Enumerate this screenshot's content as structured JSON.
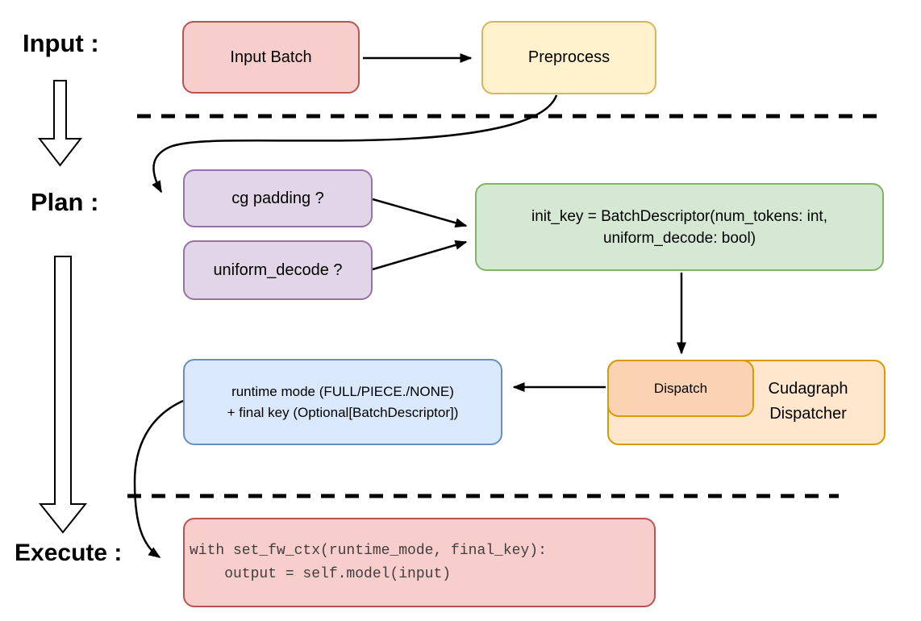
{
  "stages": [
    {
      "id": "input",
      "label": "Input :"
    },
    {
      "id": "plan",
      "label": "Plan :"
    },
    {
      "id": "execute",
      "label": "Execute :"
    }
  ],
  "nodes": {
    "input_batch": {
      "label": "Input Batch",
      "fill": "#f8cecc",
      "stroke": "#b85450"
    },
    "preprocess": {
      "label": "Preprocess",
      "fill": "#fff2cc",
      "stroke": "#d6b656"
    },
    "cg_padding": {
      "label": "cg padding ?",
      "fill": "#e1d5e7",
      "stroke": "#9673a6"
    },
    "uniform_decode": {
      "label": "uniform_decode ?",
      "fill": "#e1d5e7",
      "stroke": "#9673a6"
    },
    "init_key": {
      "lines": [
        "init_key = BatchDescriptor(num_tokens: int,",
        "uniform_decode: bool)"
      ],
      "fill": "#d5e8d4",
      "stroke": "#82b366"
    },
    "dispatch": {
      "label": "Dispatch",
      "fill": "#fbd2b2",
      "stroke": "#d79b00"
    },
    "cudagraph_dispatcher": {
      "lines": [
        "Cudagraph",
        "Dispatcher"
      ],
      "fill": "#ffe6cc",
      "stroke": "#d79b00"
    },
    "runtime_mode": {
      "lines": [
        "runtime mode (FULL/PIECE./NONE)",
        "+ final key (Optional[BatchDescriptor])"
      ],
      "fill": "#dae8fc",
      "stroke": "#6c8ebf"
    },
    "execute_code": {
      "lines": [
        "with set_fw_ctx(runtime_mode, final_key):",
        "    output = self.model(input)"
      ],
      "fill": "#f8cecc",
      "stroke": "#b85450"
    }
  }
}
